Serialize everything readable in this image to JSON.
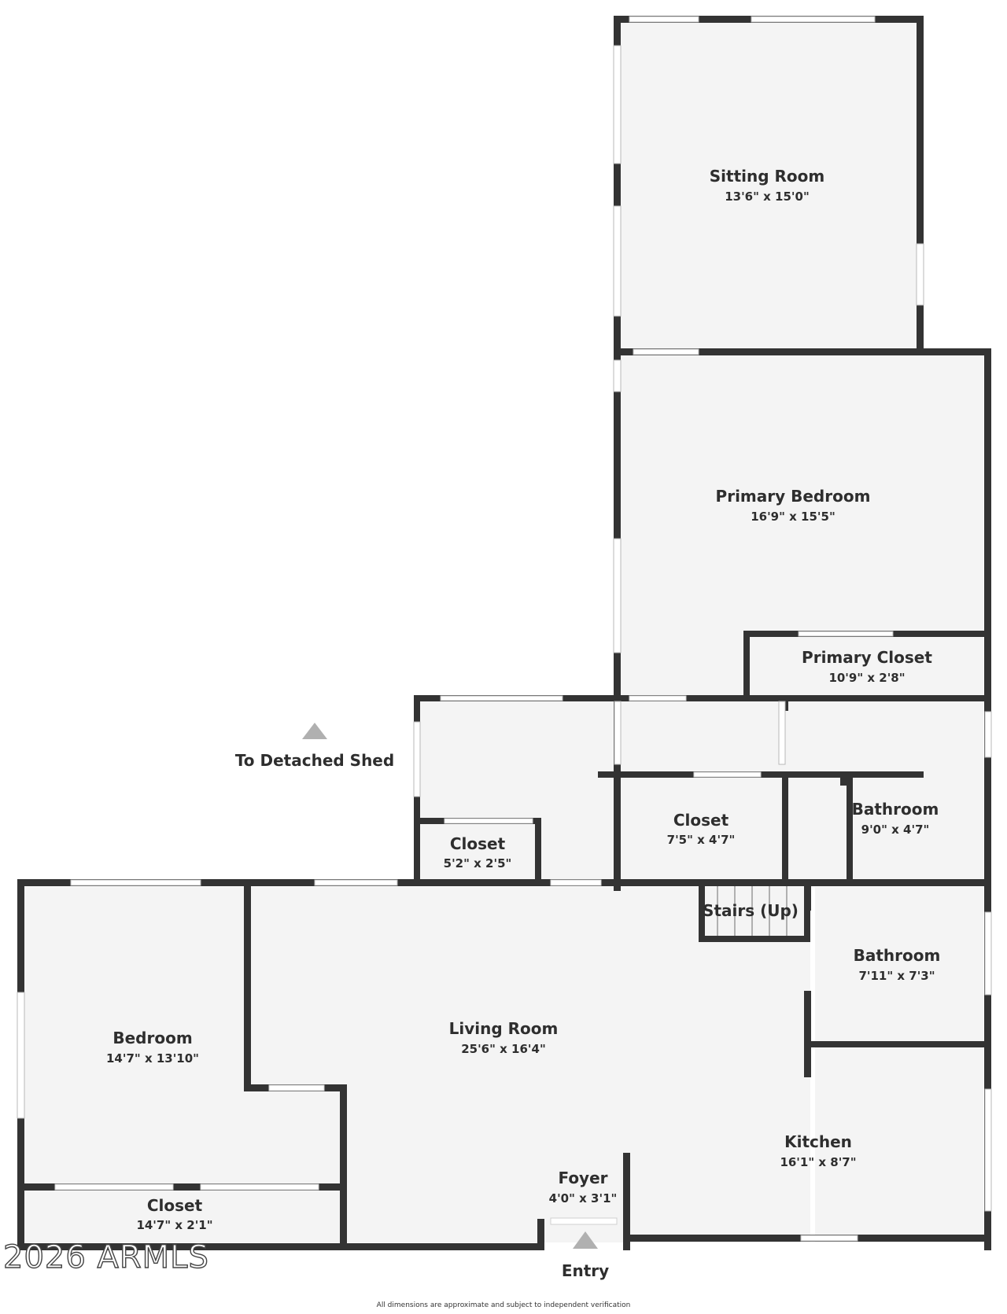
{
  "rooms": {
    "sitting_room": {
      "name": "Sitting Room",
      "dims": "13'6\" x 15'0\""
    },
    "primary_bedroom": {
      "name": "Primary Bedroom",
      "dims": "16'9\" x 15'5\""
    },
    "primary_closet": {
      "name": "Primary Closet",
      "dims": "10'9\" x 2'8\""
    },
    "closet_small": {
      "name": "Closet",
      "dims": "5'2\" x 2'5\""
    },
    "closet_mid": {
      "name": "Closet",
      "dims": "7'5\" x 4'7\""
    },
    "bathroom_upper": {
      "name": "Bathroom",
      "dims": "9'0\" x 4'7\""
    },
    "stairs": {
      "name": "Stairs (Up)"
    },
    "bathroom_lower": {
      "name": "Bathroom",
      "dims": "7'11\" x 7'3\""
    },
    "bedroom": {
      "name": "Bedroom",
      "dims": "14'7\" x 13'10\""
    },
    "living_room": {
      "name": "Living Room",
      "dims": "25'6\" x 16'4\""
    },
    "kitchen": {
      "name": "Kitchen",
      "dims": "16'1\" x 8'7\""
    },
    "foyer": {
      "name": "Foyer",
      "dims": "4'0\" x 3'1\""
    },
    "closet_bedroom": {
      "name": "Closet",
      "dims": "14'7\" x 2'1\""
    }
  },
  "labels": {
    "shed": "To Detached Shed",
    "entry": "Entry",
    "watermark": "2026 ARMLS",
    "disclaimer": "All dimensions are approximate and subject to independent verification"
  }
}
